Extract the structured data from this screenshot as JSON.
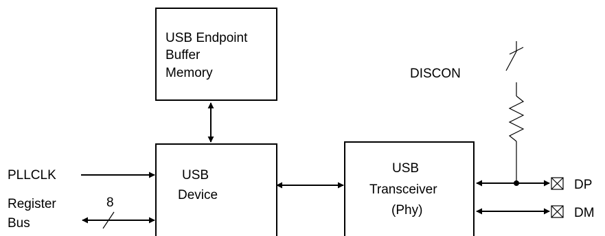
{
  "blocks": {
    "buffer_memory": {
      "lines": [
        "USB Endpoint",
        "Buffer",
        "Memory"
      ]
    },
    "usb_device": {
      "lines": [
        "USB",
        "Device"
      ]
    },
    "transceiver": {
      "lines": [
        "USB",
        "Transceiver",
        "(Phy)"
      ]
    }
  },
  "signals": {
    "pllclk": "PLLCLK",
    "register_bus": [
      "Register",
      "Bus"
    ],
    "bus_width": "8",
    "discon": "DISCON",
    "dp": "DP",
    "dm": "DM"
  }
}
